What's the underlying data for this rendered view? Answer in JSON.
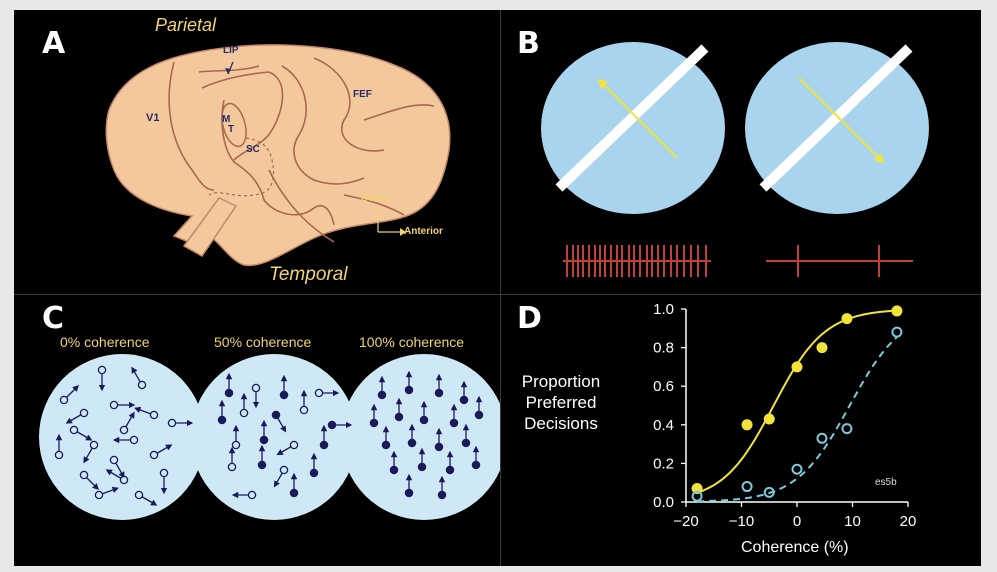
{
  "panel_a": {
    "letter": "A",
    "labels": {
      "parietal": "Parietal",
      "temporal": "Temporal",
      "lip": "LIP",
      "v1": "V1",
      "mt_m": "M",
      "mt_t": "T",
      "sc": "SC",
      "fef": "FEF",
      "dorsal": "Dorsal",
      "anterior": "Anterior"
    }
  },
  "panel_b": {
    "letter": "B"
  },
  "panel_c": {
    "letter": "C",
    "coherence_labels": [
      "0% coherence",
      "50% coherence",
      "100% coherence"
    ]
  },
  "panel_d": {
    "letter": "D",
    "ylabel_lines": [
      "Proportion",
      "Preferred",
      "Decisions"
    ],
    "xlabel": "Coherence (%)",
    "code": "es5b"
  },
  "chart_data": {
    "type": "scatter",
    "xlabel": "Coherence (%)",
    "ylabel": "Proportion Preferred Decisions",
    "xlim": [
      -20,
      20
    ],
    "ylim": [
      0,
      1.0
    ],
    "xticks": [
      -20,
      -10,
      0,
      10,
      20
    ],
    "yticks": [
      "0.0",
      "0.2",
      "0.4",
      "0.6",
      "0.8",
      "1.0"
    ],
    "series": [
      {
        "color": "#f2e33a",
        "marker": "filled",
        "line": "solid",
        "x": [
          -18,
          -9,
          -5,
          0,
          4.5,
          9,
          18
        ],
        "y": [
          0.07,
          0.4,
          0.43,
          0.7,
          0.8,
          0.95,
          0.99
        ]
      },
      {
        "color": "#7ec8d8",
        "marker": "open",
        "line": "dashed",
        "x": [
          -18,
          -9,
          -5,
          0,
          4.5,
          9,
          18
        ],
        "y": [
          0.03,
          0.08,
          0.05,
          0.17,
          0.33,
          0.38,
          0.88
        ]
      }
    ]
  }
}
